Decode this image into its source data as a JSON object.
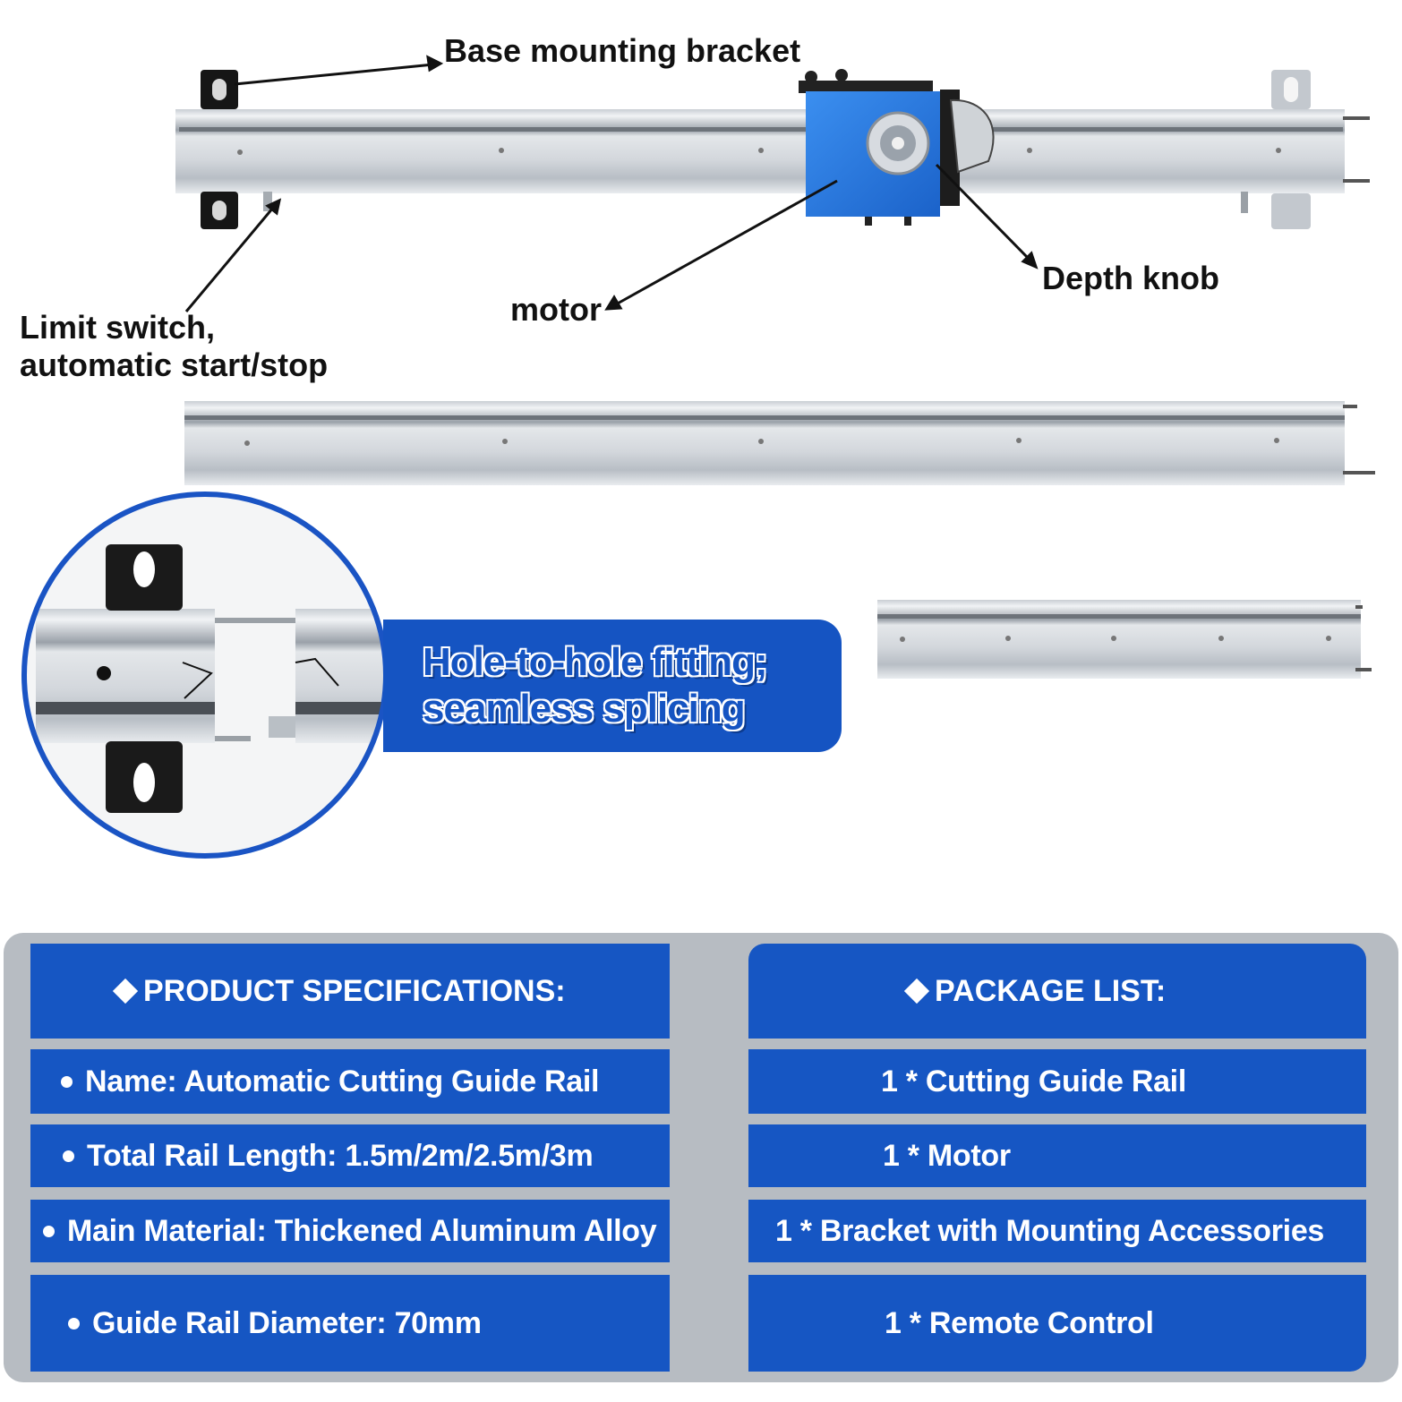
{
  "callouts": {
    "base_mounting_bracket": "Base mounting bracket",
    "depth_knob": "Depth knob",
    "motor": "motor",
    "limit_switch_line1": "Limit switch,",
    "limit_switch_line2": "automatic start/stop"
  },
  "splice_badge": {
    "line1": "Hole-to-hole fitting;",
    "line2": "seamless splicing"
  },
  "specs": {
    "title": "PRODUCT SPECIFICATIONS:",
    "items": [
      "Name: Automatic Cutting Guide Rail",
      "Total Rail Length: 1.5m/2m/2.5m/3m",
      "Main Material: Thickened Aluminum Alloy",
      "Guide Rail Diameter: 70mm"
    ]
  },
  "package": {
    "title": "PACKAGE LIST:",
    "items": [
      "1 * Cutting Guide Rail",
      "1 * Motor",
      "1 * Bracket with Mounting Accessories",
      "1 * Remote Control"
    ]
  },
  "colors": {
    "brand_blue": "#1656c3",
    "panel_gray": "#b7bcc2",
    "rail_silver": "#d9dde2",
    "motor_blue": "#2f7fe0"
  }
}
